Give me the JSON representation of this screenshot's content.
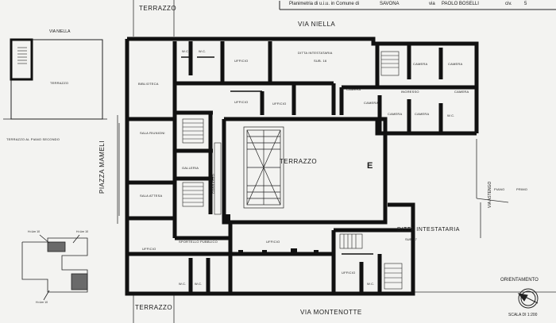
{
  "header": {
    "line1": "Planimetria di u.i.u. in Comune di",
    "comune": "SAVONA",
    "via_label": "via",
    "via_name": "PAOLO BOSELLI",
    "civ_label": "civ.",
    "civ_value": "5"
  },
  "streets": {
    "terrazzo_top": "TERRAZZO",
    "via_niella_main": "VIA NIELLA",
    "via_niella_small": "VIA NIELLA",
    "piazza": "PIAZZA MAMELI",
    "via_montenotte": "VIA MONTENOTTE",
    "terrazzo_bottom": "TERRAZZO",
    "via_astengo": "VIA ASTENGO"
  },
  "left_plan": {
    "terrazzo": "TERRAZZO",
    "caption": "TERRAZZO AL PIANO SECONDO"
  },
  "rooms": {
    "wc1": "W.C.",
    "wc2": "W.C.",
    "ufficio_top": "UFFICIO",
    "ditta_top": "DITTA INTESTATARIA",
    "sub16": "SUB. 16",
    "biblioteca": "BIBLIOTECA",
    "ufficio_a": "UFFICIO",
    "ufficio_b": "UFFICIO",
    "camera1": "CAMERA",
    "camera2": "CAMERA",
    "camera3": "CAMERA",
    "camera4": "CAMERA",
    "camera5": "CAMERA",
    "camera6": "CAMERA",
    "camera7": "CAMERA",
    "ingresso": "INGRESSO",
    "wc_r": "W.C.",
    "sala_riunioni": "SALA RIUNIONI",
    "galleria": "GALLERIA",
    "sala_attesa": "SALA ATTESA",
    "terrazzo_center": "TERRAZZO",
    "corridoio": "CORRIDOIO",
    "e_mark": "E",
    "piano_label": "PIANO",
    "piano_value": "PRIMO",
    "ufficio_left": "UFFICIO",
    "sportello": "SPORTELLO PUBBLICO",
    "ufficio_center": "UFFICIO",
    "ditta_bottom": "DITTA INTESTATARIA",
    "sub17": "SUB. 17",
    "ufficio_br": "UFFICIO",
    "wc_b1": "W.C.",
    "wc_b2": "W.C.",
    "wc_b3": "W.C."
  },
  "keyplan": {
    "a": "H=Lim 10",
    "b": "H=Lim 10",
    "c": "H=Lim 10"
  },
  "legend": {
    "orientamento": "ORIENTAMENTO",
    "scala": "SCALA DI 1:200"
  }
}
